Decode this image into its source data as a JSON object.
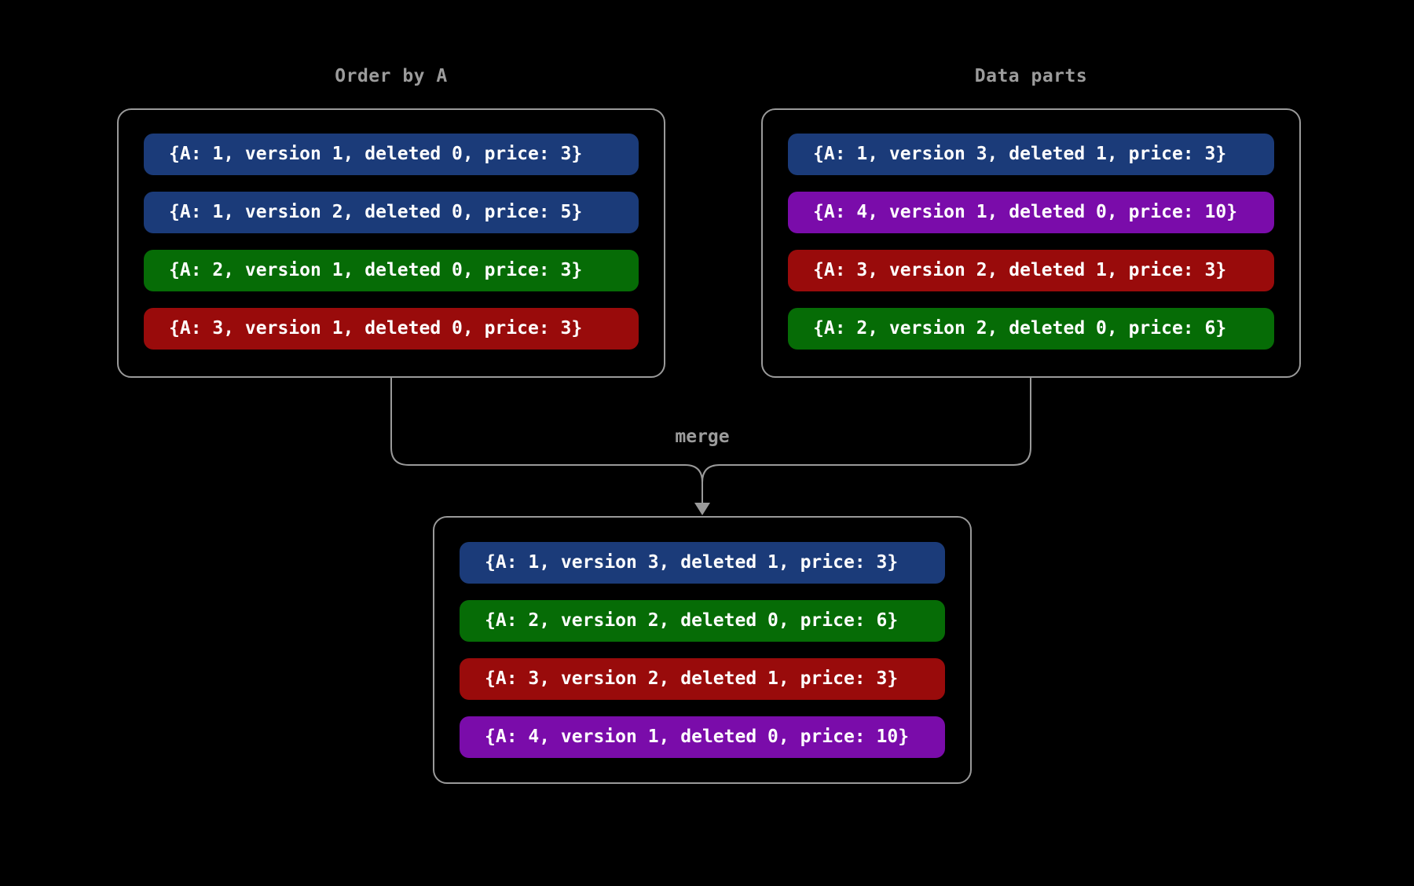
{
  "theme": {
    "bg": "#000000",
    "line": "#9a9a9a",
    "muted": "#9c9c9c",
    "row_text": "#ffffff"
  },
  "colors": {
    "blue": "#1b3b79",
    "green": "#066c06",
    "red": "#990b0b",
    "purple": "#7a0caa"
  },
  "diagram": {
    "merge_label": "merge",
    "order_by_a": {
      "title": "Order by A",
      "rows": [
        {
          "color": "blue",
          "text": "{A: 1, version 1, deleted 0, price: 3}"
        },
        {
          "color": "blue",
          "text": "{A: 1, version 2, deleted 0, price: 5}"
        },
        {
          "color": "green",
          "text": "{A: 2, version 1, deleted 0, price: 3}"
        },
        {
          "color": "red",
          "text": "{A: 3, version 1, deleted 0, price: 3}"
        }
      ]
    },
    "data_parts": {
      "title": "Data parts",
      "rows": [
        {
          "color": "blue",
          "text": "{A: 1, version 3, deleted 1, price: 3}"
        },
        {
          "color": "purple",
          "text": "{A: 4, version 1, deleted 0, price: 10}"
        },
        {
          "color": "red",
          "text": "{A: 3, version 2, deleted 1, price: 3}"
        },
        {
          "color": "green",
          "text": "{A: 2, version 2, deleted 0, price: 6}"
        }
      ]
    },
    "merged": {
      "rows": [
        {
          "color": "blue",
          "text": "{A: 1, version 3, deleted 1, price: 3}"
        },
        {
          "color": "green",
          "text": "{A: 2, version 2, deleted 0, price: 6}"
        },
        {
          "color": "red",
          "text": "{A: 3, version 2, deleted 1, price: 3}"
        },
        {
          "color": "purple",
          "text": "{A: 4, version 1, deleted 0, price: 10}"
        }
      ]
    }
  }
}
